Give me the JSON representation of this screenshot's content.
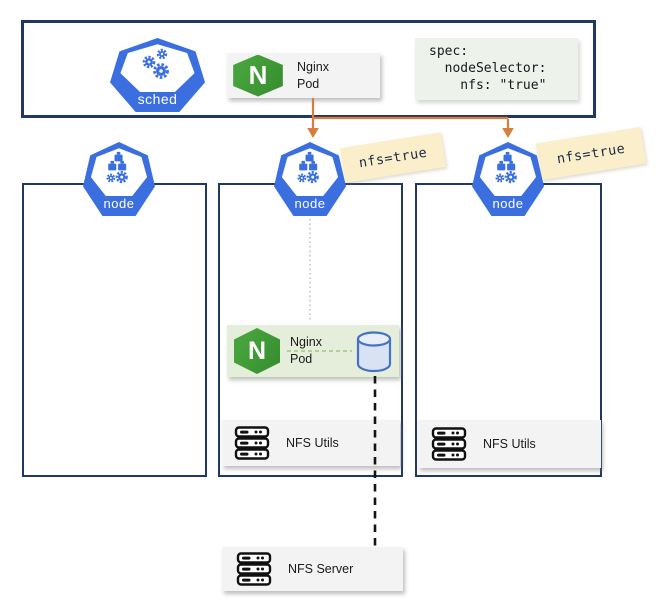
{
  "colors": {
    "navy_border": "#1F3864",
    "kubernetes_blue": "#3B6FE0",
    "nginx_green": "#3D9A36",
    "arrow_orange": "#D87E3A",
    "tag_background": "#FAEFCA",
    "code_background": "#EDF2EB",
    "card_gray": "#F3F3F3",
    "pod_card_green": "#E5EDDB",
    "cylinder_fill": "#D9E2F3",
    "cylinder_stroke": "#4472C4"
  },
  "icons": {
    "scheduler-icon": "kubernetes-heptagon-with-gears",
    "node-icon": "kubernetes-heptagon-with-pods-and-gears",
    "nginx-logo": "green-hexagon-letter-N",
    "server-icon": "black-server-stack",
    "database-icon": "blue-cylinder-volume"
  },
  "top_panel": {
    "scheduler_label": "sched",
    "pod_card": {
      "logo_letter": "N",
      "line1": "Nginx",
      "line2": "Pod"
    },
    "code_block": {
      "line1": "spec:",
      "line2": "  nodeSelector:",
      "line3": "    nfs: \"true\""
    }
  },
  "nodes": {
    "left": {
      "label": "node"
    },
    "middle": {
      "label": "node",
      "tag": "nfs=true",
      "pod_card": {
        "logo_letter": "N",
        "line1": "Nginx",
        "line2": "Pod"
      },
      "utils_label": "NFS Utils"
    },
    "right": {
      "label": "node",
      "tag": "nfs=true",
      "utils_label": "NFS Utils"
    }
  },
  "nfs_server": {
    "label": "NFS Server"
  }
}
